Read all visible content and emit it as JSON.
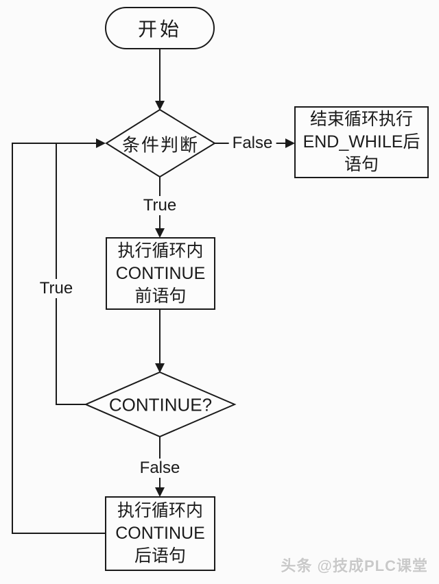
{
  "diagram": {
    "nodes": {
      "start": {
        "label": "开始"
      },
      "condition": {
        "label": "条件判断"
      },
      "end_while": {
        "lines": [
          "结束循环执行",
          "END_WHILE后",
          "语句"
        ]
      },
      "pre_continue": {
        "lines": [
          "执行循环内",
          "CONTINUE",
          "前语句"
        ]
      },
      "continue_check": {
        "label": "CONTINUE?"
      },
      "post_continue": {
        "lines": [
          "执行循环内",
          "CONTINUE",
          "后语句"
        ]
      }
    },
    "edge_labels": {
      "condition_false": "False",
      "condition_true": "True",
      "continue_true": "True",
      "continue_false": "False"
    },
    "colors": {
      "background": "#fbfbfb",
      "shape_fill": "#fcfcfc",
      "line": "#1a1a1a",
      "watermark": "#c9c9c9"
    }
  },
  "watermark": {
    "text": "头条 @技成PLC课堂"
  }
}
